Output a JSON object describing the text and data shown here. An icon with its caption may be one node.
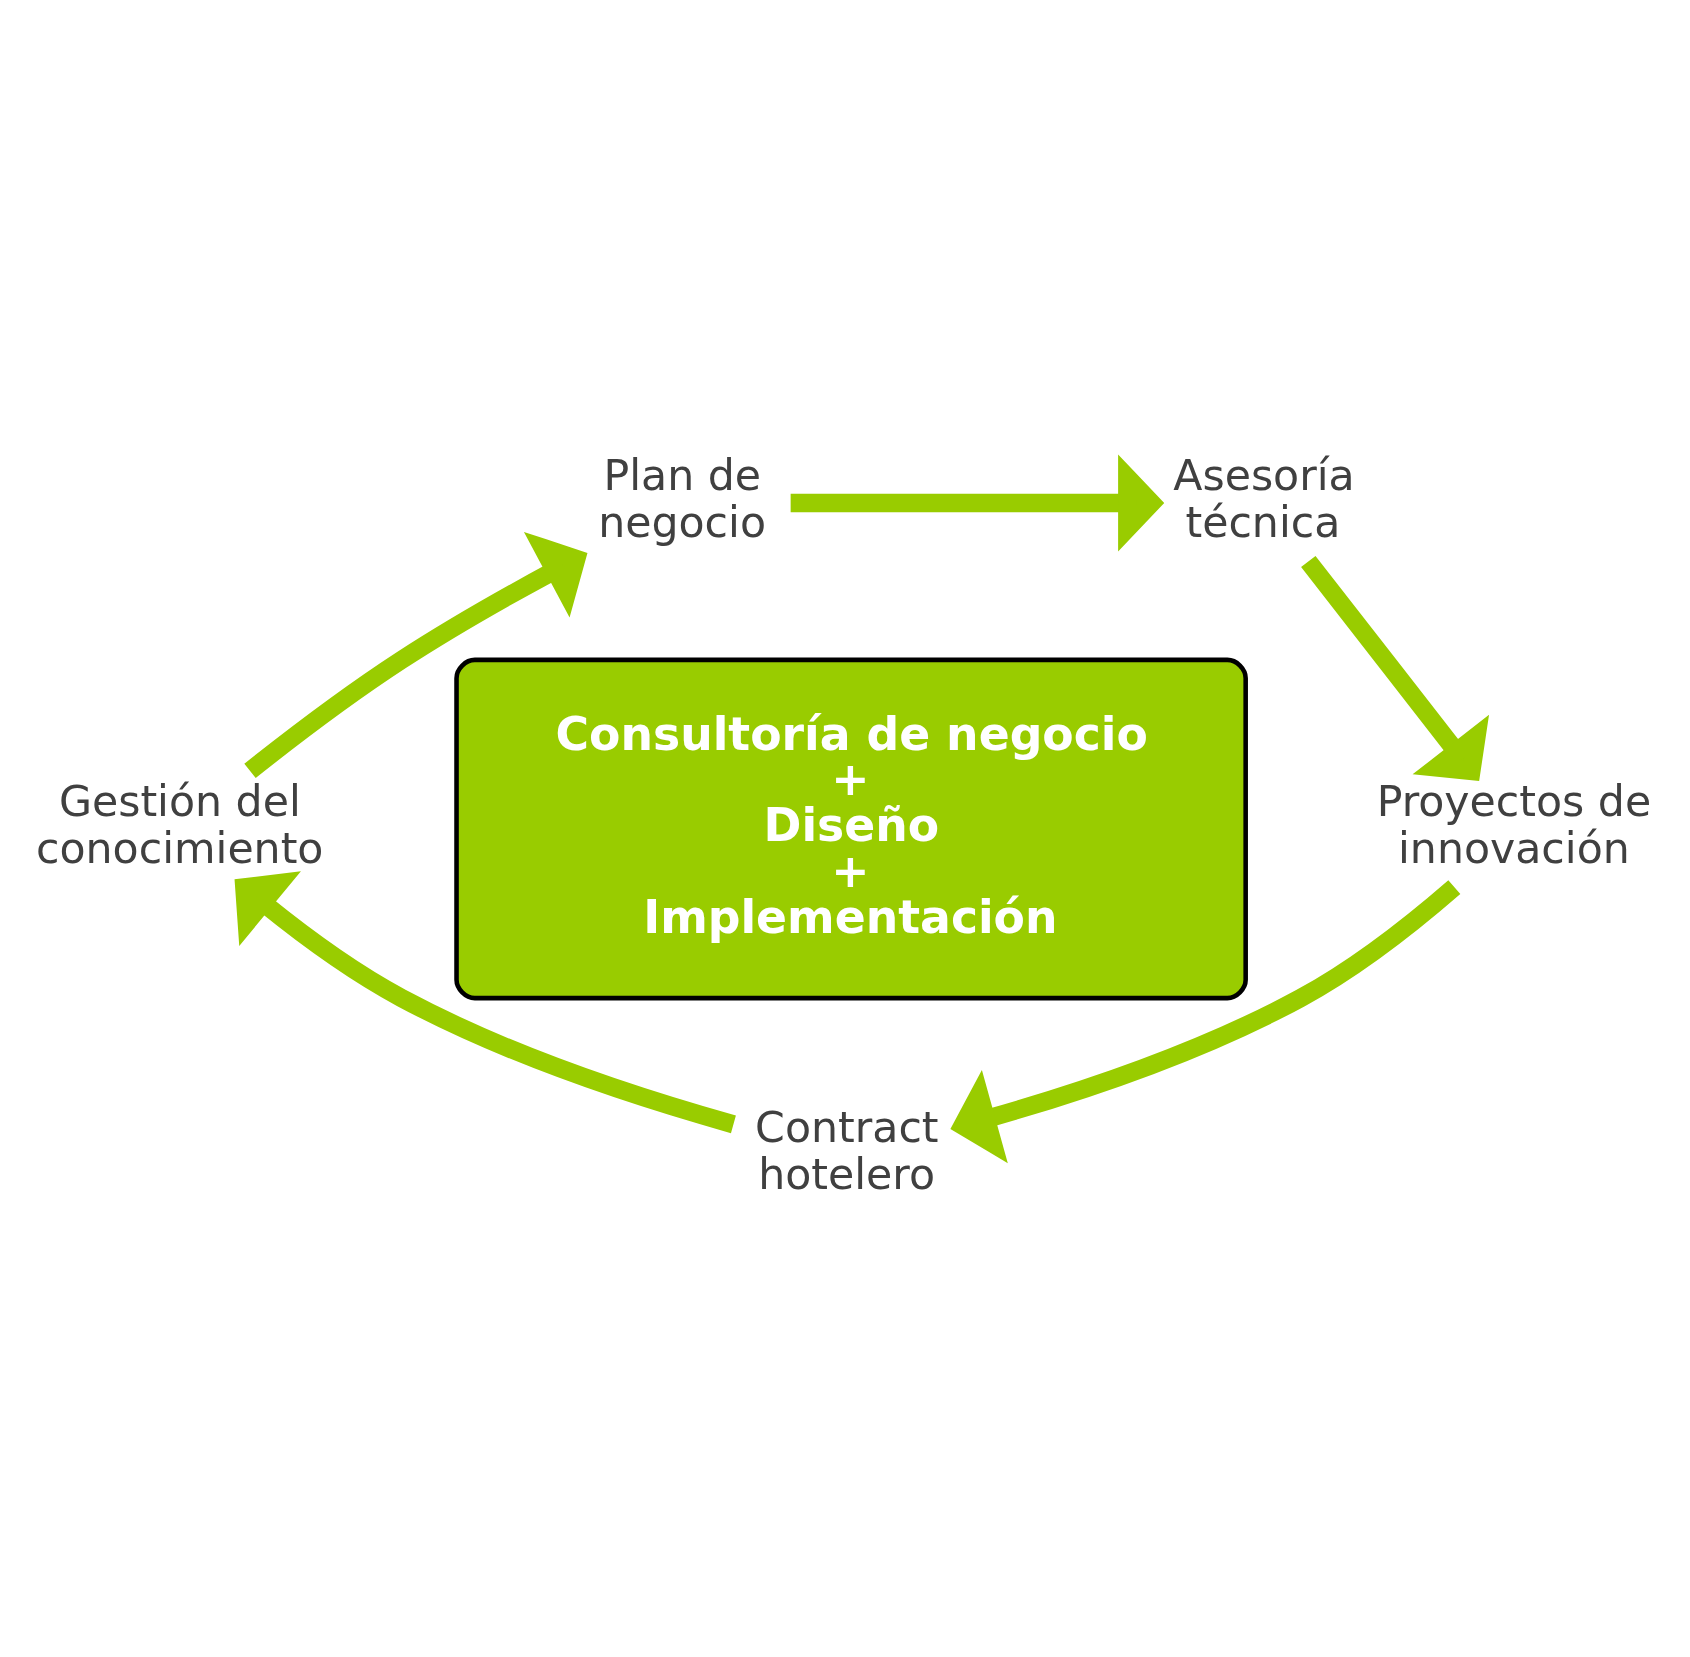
{
  "diagram": {
    "nodes": [
      {
        "text": [
          "Plan de negocio"
        ]
      },
      {
        "text": [
          "Asesoría técnica"
        ]
      },
      {
        "text": [
          "Consultoría de negocio + Diseño + Implementación"
        ]
      },
      {
        "text": [
          "Gestión del conocimiento"
        ]
      },
      {
        "text": [
          "Proyectos de innovación"
        ]
      },
      {
        "text": [
          "Contract hotelero"
        ]
      }
    ],
    "edges": [
      {
        "from": 0,
        "to": 1,
        "arrow": "to"
      },
      {
        "from": 1,
        "to": 4,
        "arrow": "to"
      },
      {
        "from": 4,
        "to": 5,
        "arrow": "to"
      },
      {
        "from": 5,
        "to": 3,
        "arrow": "to"
      },
      {
        "from": 3,
        "to": 0,
        "arrow": "to"
      }
    ]
  }
}
